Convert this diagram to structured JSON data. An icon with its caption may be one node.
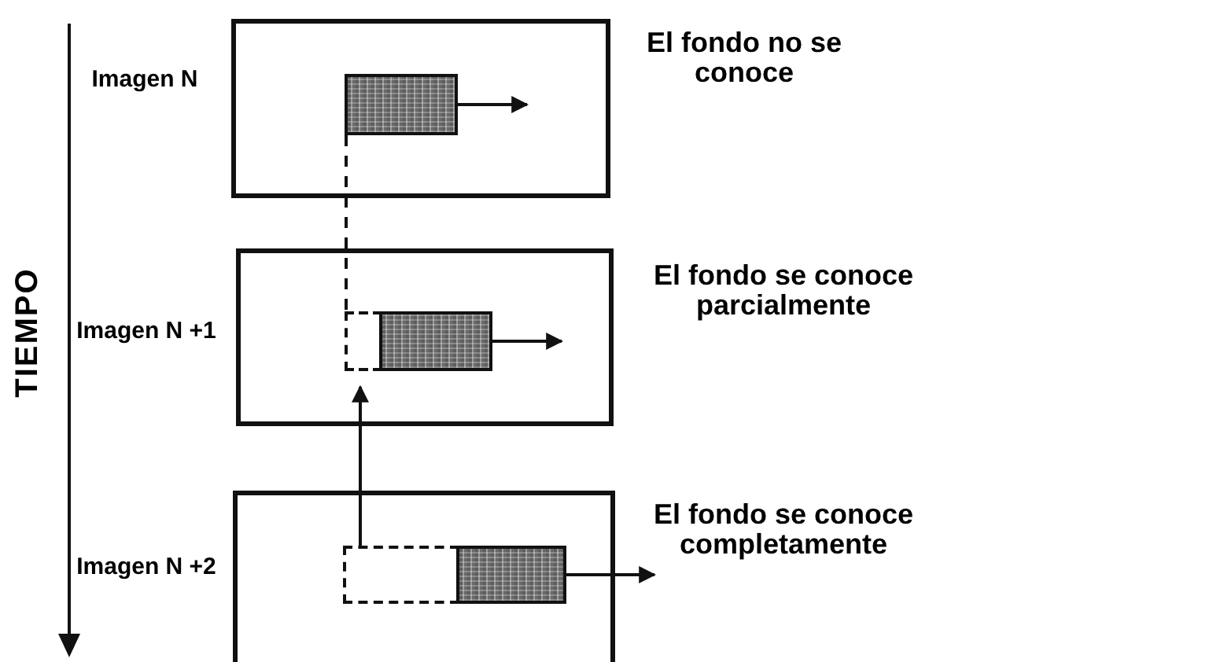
{
  "diagram": {
    "nodes": [
      {
        "text": [
          "Imagen N"
        ],
        "beside": [
          "El fondo no se conoce"
        ]
      },
      {
        "text": [],
        "shape": "box",
        "in": 0
      },
      {
        "text": [
          "Imagen N +1"
        ],
        "beside": [
          "El fondo se conoce parcialmente"
        ]
      },
      {
        "text": [],
        "shape": "box",
        "in": 2
      },
      {
        "text": [],
        "shape": "box",
        "in": 2
      },
      {
        "text": [
          "Imagen N +2"
        ],
        "beside": [
          "El fondo se conoce completamente"
        ]
      },
      {
        "text": [],
        "shape": "box",
        "in": 5
      },
      {
        "text": [],
        "shape": "box",
        "in": 5
      }
    ],
    "edges": [
      {
        "from": 1,
        "to": null,
        "arrow": "to"
      },
      {
        "from": 1,
        "to": 3,
        "arrow": "none",
        "style": "dashed"
      },
      {
        "from": 4,
        "to": null,
        "arrow": "to"
      },
      {
        "from": 7,
        "to": null,
        "arrow": "to"
      },
      {
        "from": 6,
        "to": 3,
        "arrow": "to"
      }
    ],
    "labels": [
      "TIEMPO"
    ]
  }
}
